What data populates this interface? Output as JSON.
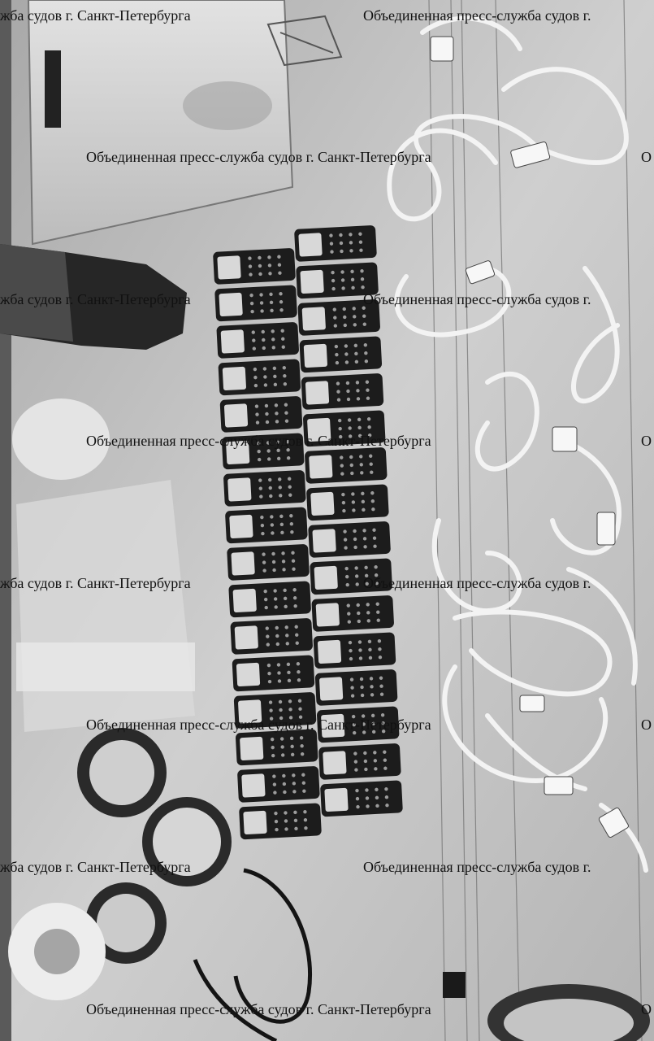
{
  "photo": {
    "subject": "confiscated-phones-and-cables",
    "phone_count": 32,
    "phone_columns": 2,
    "colors": {
      "table": "#c9c9c9",
      "phone_body": "#1c1c1c",
      "phone_screen": "#d8d8d8",
      "cable": "#f1f1f1",
      "dark_cable": "#141414"
    }
  },
  "watermark": {
    "text": "Объединенная пресс-служба судов г. Санкт-Петербурга",
    "fragment_left": "жба судов г. Санкт-Петербурга",
    "fragment_right": "Объединенная пресс-служба судов г.",
    "fragment_edge": "О"
  }
}
